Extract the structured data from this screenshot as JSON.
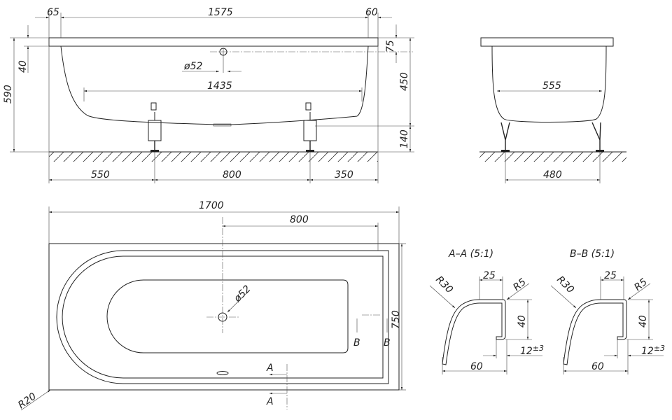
{
  "front_view": {
    "rim_left": "65",
    "length_inner": "1575",
    "rim_right": "60",
    "total_height": "590",
    "rim_offset": "40",
    "overflow_height": "75",
    "depth": "450",
    "leg_height": "140",
    "overflow_diameter": "ø52",
    "bottom_length": "1435",
    "leg_left": "550",
    "leg_spacing": "800",
    "leg_right": "350"
  },
  "side_view": {
    "inner_width": "555",
    "leg_width": "480"
  },
  "top_view": {
    "total_length": "1700",
    "drain_position": "800",
    "total_width": "750",
    "drain_diameter": "ø52",
    "corner_radius": "R20",
    "section_a": "A",
    "section_b": "B"
  },
  "section_aa": {
    "title": "A–A  (5:1)",
    "radius_large": "R30",
    "radius_small": "R5",
    "top_width": "25",
    "height": "40",
    "depth": "60",
    "gap": "12",
    "tolerance": "±3"
  },
  "section_bb": {
    "title": "B–B  (5:1)",
    "radius_large": "R30",
    "radius_small": "R5",
    "top_width": "25",
    "height": "40",
    "depth": "60",
    "gap": "12",
    "tolerance": "±3"
  }
}
